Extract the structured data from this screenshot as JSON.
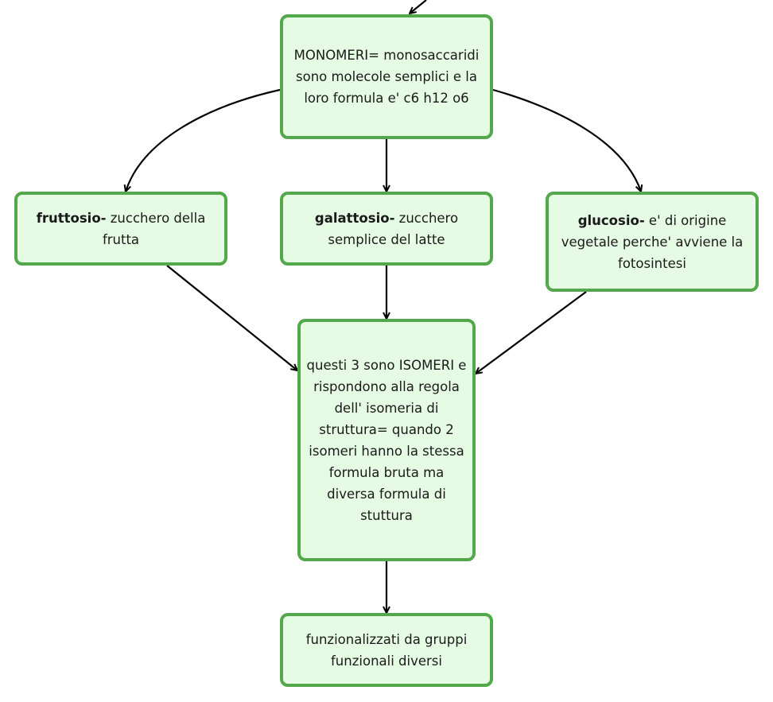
{
  "nodes": {
    "monomeri": {
      "text": "MONOMERI= monosaccaridi sono molecole semplici e la loro formula e' c6 h12 o6"
    },
    "fruttosio": {
      "bold": "fruttosio-",
      "text": " zucchero della frutta"
    },
    "galattosio": {
      "bold": "galattosio-",
      "text": " zucchero semplice del latte"
    },
    "glucosio": {
      "bold": "glucosio-",
      "text": " e' di origine vegetale perche' avviene la fotosintesi"
    },
    "isomeri": {
      "text": "questi 3 sono ISOMERI e rispondono alla regola dell' isomeria di struttura= quando 2 isomeri hanno la stessa formula bruta ma diversa formula di stuttura"
    },
    "funzionalizzati": {
      "text": "funzionalizzati da gruppi funzionali diversi"
    }
  },
  "colors": {
    "node_fill": "#e6fbe4",
    "node_border": "#52a84a",
    "arrow": "#000000"
  }
}
